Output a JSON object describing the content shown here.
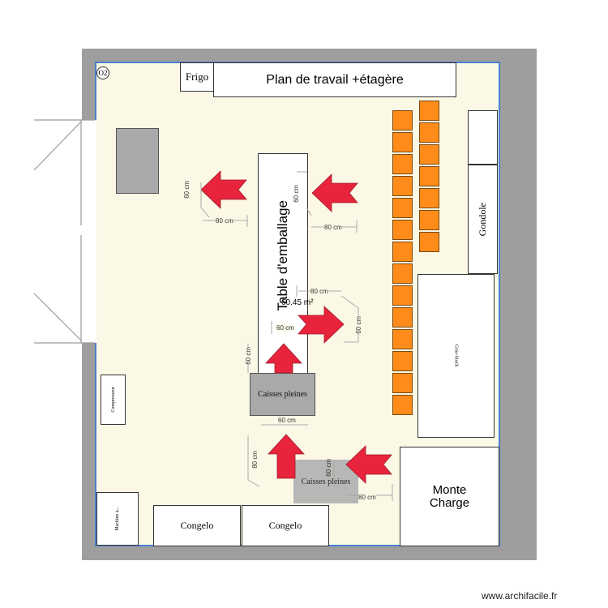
{
  "room": {
    "area": "60.45 m²",
    "marker": "O2"
  },
  "furniture": {
    "frigo": "Frigo",
    "worktop": "Plan de travail +étagère",
    "packing_table": "Table d'emballage",
    "gondola": "Gondole",
    "side_storage": "Gros-Stock",
    "compressor": "Compresseur",
    "machine": "Machine à...",
    "freezer_1": "Congelo",
    "freezer_2": "Congelo",
    "lift": "Monte\nCharge",
    "full_crates_1": "Caisses pleines",
    "full_crates_2": "Caisses pleines"
  },
  "dimensions": {
    "d1_v": "60 cm",
    "d1_h": "80 cm",
    "d2_v": "60 cm",
    "d2_h": "80 cm",
    "d3_h": "80 cm",
    "d3_v": "60 cm",
    "d4_h": "60 cm",
    "d4_v": "60 cm",
    "d5_h": "60 cm",
    "d5_v": "80 cm",
    "d6_v": "60 cm",
    "d6_h": "80 cm"
  },
  "colors": {
    "wall": "#9e9e9e",
    "floor": "#fbf8e6",
    "room_border": "#4a7fd0",
    "arrow": "#e8243c",
    "crate": "#ff8c1a"
  },
  "watermark": "www.archifacile.fr"
}
